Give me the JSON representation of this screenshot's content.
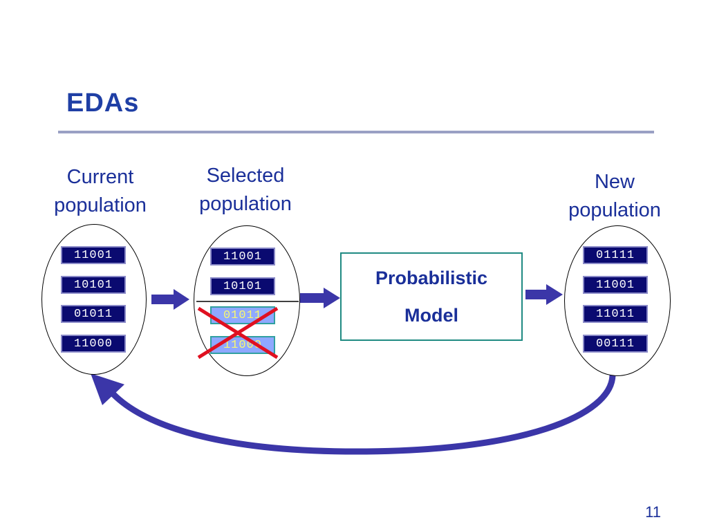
{
  "slide": {
    "title": "EDAs",
    "page_number": "11"
  },
  "current_population": {
    "label_line1": "Current",
    "label_line2": "population",
    "items": [
      "11001",
      "10101",
      "01011",
      "11000"
    ]
  },
  "selected_population": {
    "label_line1": "Selected",
    "label_line2": "population",
    "kept": [
      "11001",
      "10101"
    ],
    "rejected": [
      "01011",
      "11000"
    ]
  },
  "model": {
    "line1": "Probabilistic",
    "line2": "Model"
  },
  "new_population": {
    "label_line1": "New",
    "label_line2": "population",
    "items": [
      "01111",
      "11001",
      "11011",
      "00111"
    ]
  },
  "colors": {
    "title": "#1f3fa5",
    "label": "#1a2f99",
    "arrow": "#3b36a8",
    "reject_cross": "#e01020",
    "chip_dark": "#0a0a70",
    "chip_light": "#8fa8ff",
    "model_border": "#1f8a82"
  }
}
